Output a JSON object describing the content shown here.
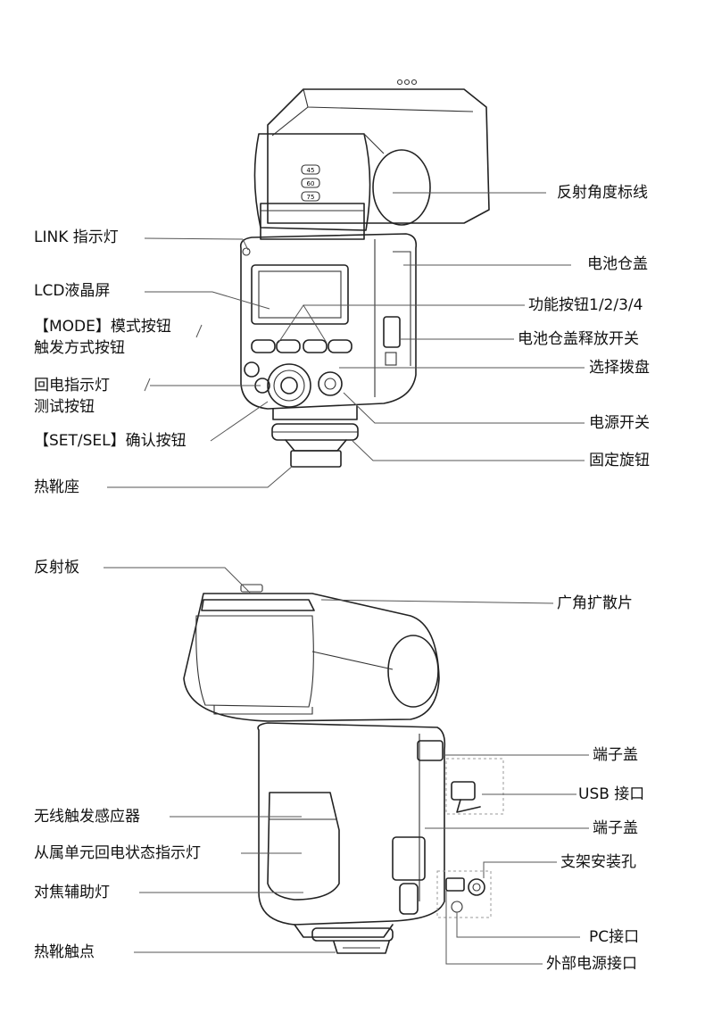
{
  "top_view": {
    "labels": {
      "link_indicator": "LINK 指示灯",
      "lcd_screen": "LCD液晶屏",
      "mode_button_line1": "【MODE】模式按钮",
      "mode_button_line2": "触发方式按钮",
      "recycle_indicator_line1": "回电指示灯",
      "recycle_indicator_line2": "测试按钮",
      "set_sel_button": "【SET/SEL】确认按钮",
      "hot_shoe_mount": "热靴座",
      "bounce_angle_scale": "反射角度标线",
      "battery_cover": "电池仓盖",
      "function_buttons": "功能按钮1/2/3/4",
      "battery_cover_release": "电池仓盖释放开关",
      "select_dial": "选择拨盘",
      "power_switch": "电源开关",
      "locking_ring": "固定旋钮"
    },
    "angle_marks": [
      "45",
      "60",
      "75"
    ]
  },
  "bottom_view": {
    "labels": {
      "reflector_card": "反射板",
      "wide_panel": "广角扩散片",
      "terminal_cover_1": "端子盖",
      "usb_port": "USB 接口",
      "terminal_cover_2": "端子盖",
      "wireless_sensor": "无线触发感应器",
      "slave_indicator": "从属单元回电状态指示灯",
      "tripod_hole": "支架安装孔",
      "af_assist": "对焦辅助灯",
      "pc_port": "PC接口",
      "hot_shoe_contacts": "热靴触点",
      "external_power": "外部电源接口"
    }
  }
}
